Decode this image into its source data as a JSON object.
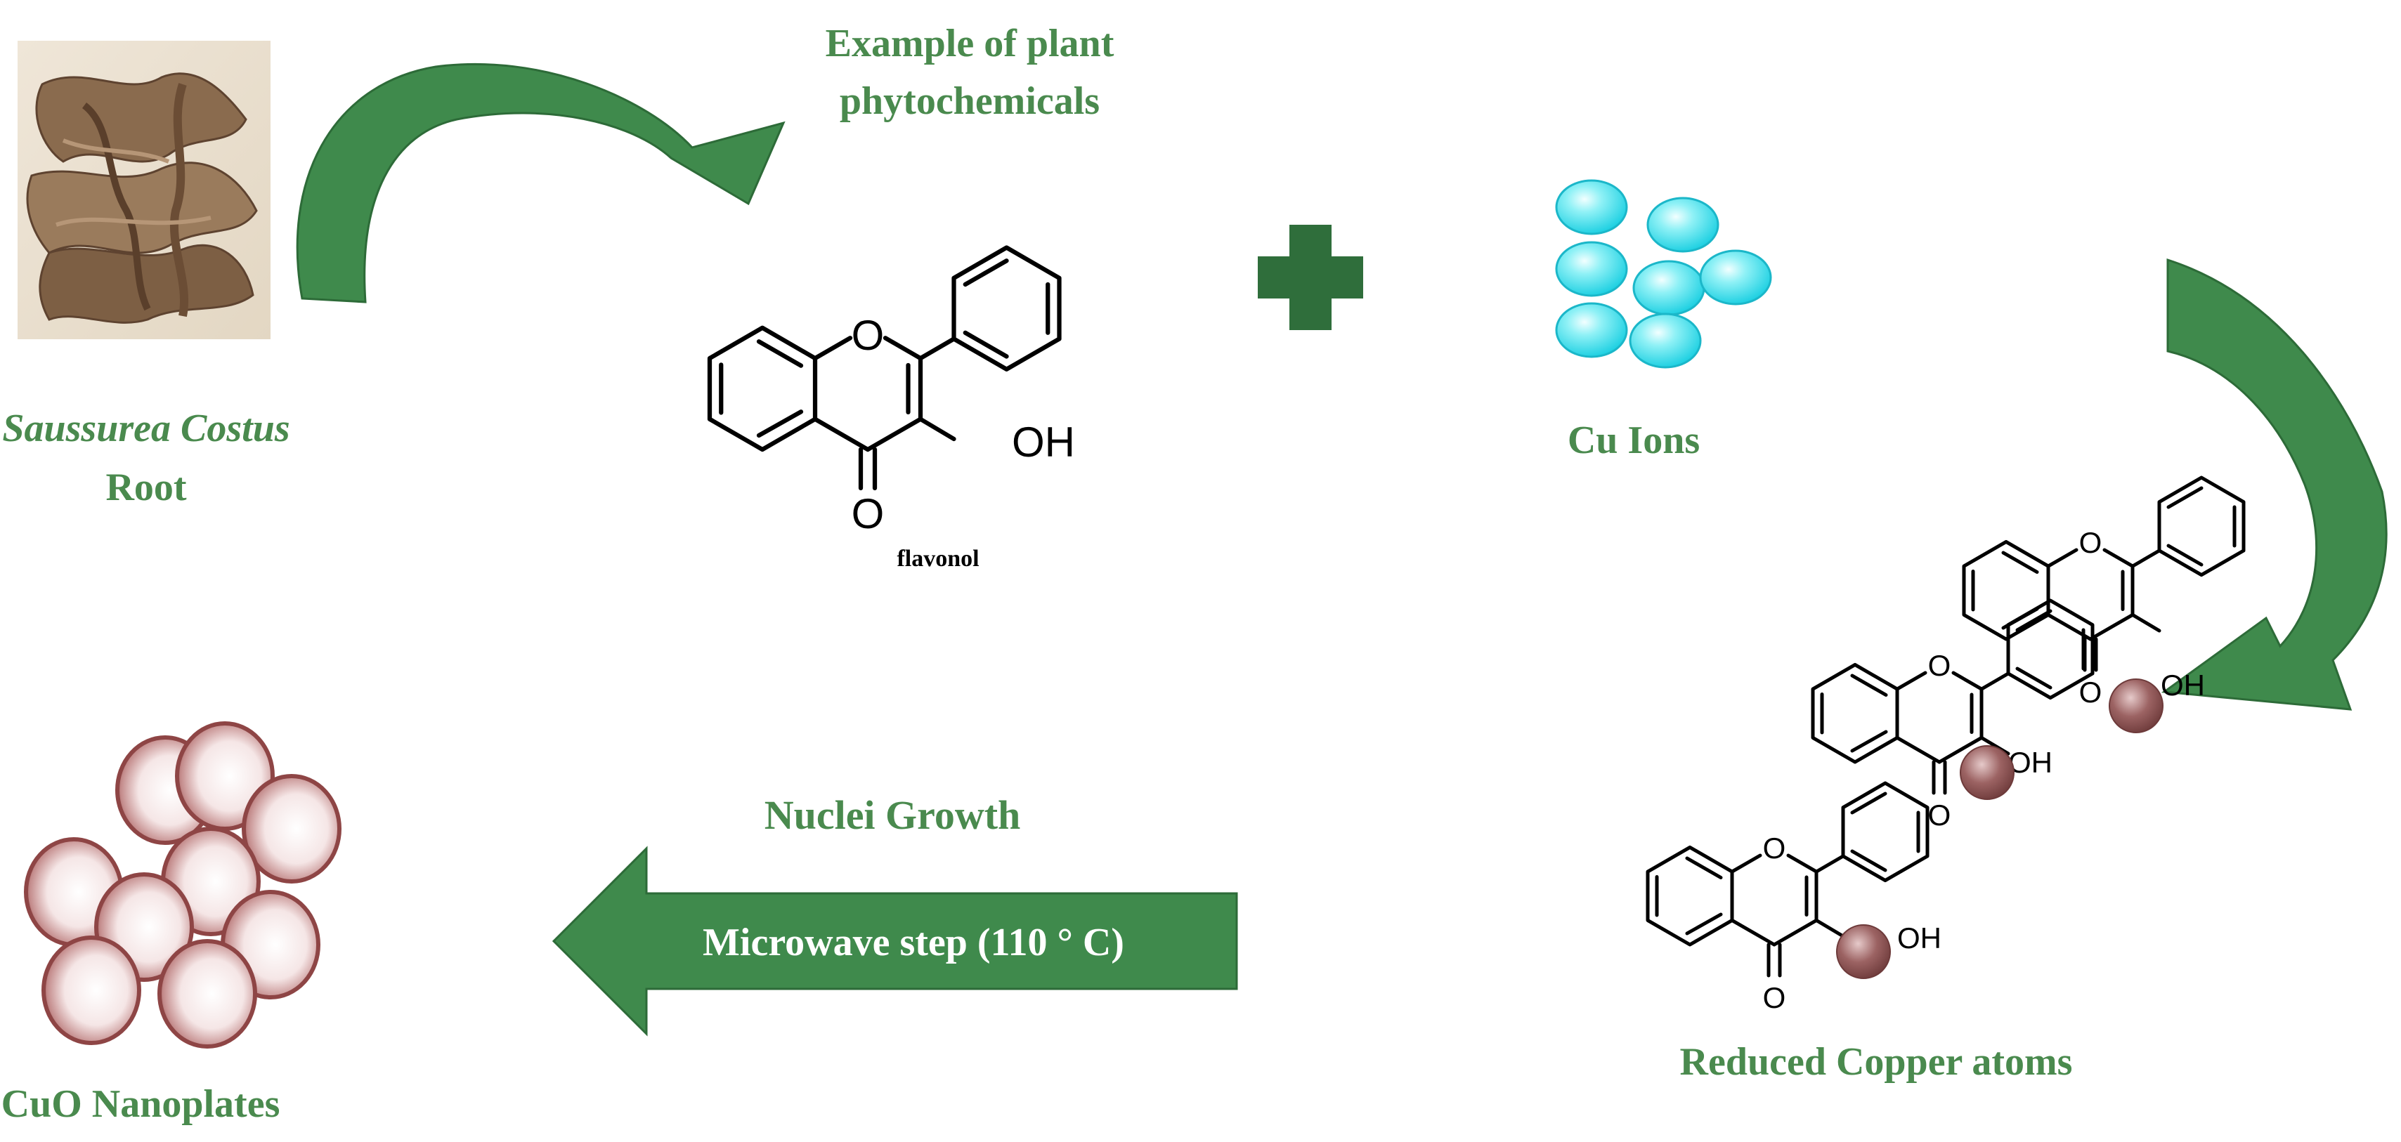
{
  "labels": {
    "plant_name": "Saussurea Costus",
    "plant_part": "Root",
    "phytochem_line1": "Example of plant",
    "phytochem_line2": "phytochemicals",
    "flavonol_caption": "flavonol",
    "cu_ions": "Cu Ions",
    "reduced_copper": "Reduced Copper atoms",
    "nuclei_growth": "Nuclei Growth",
    "microwave_step": "Microwave step (110 ° C)",
    "cuo_nanoplates": "CuO Nanoplates"
  },
  "atoms": {
    "oxygen": "O",
    "hydroxyl": "OH"
  },
  "colors": {
    "label_green": "#4a8a4e",
    "arrow_green": "#3f8a4c",
    "arrow_dark": "#2d6b38",
    "plus_green": "#2f6e3b",
    "cu_ion": "#4fe3ee",
    "copper_atom": "#8a4b4b",
    "nanoplate": "#8e4545"
  }
}
